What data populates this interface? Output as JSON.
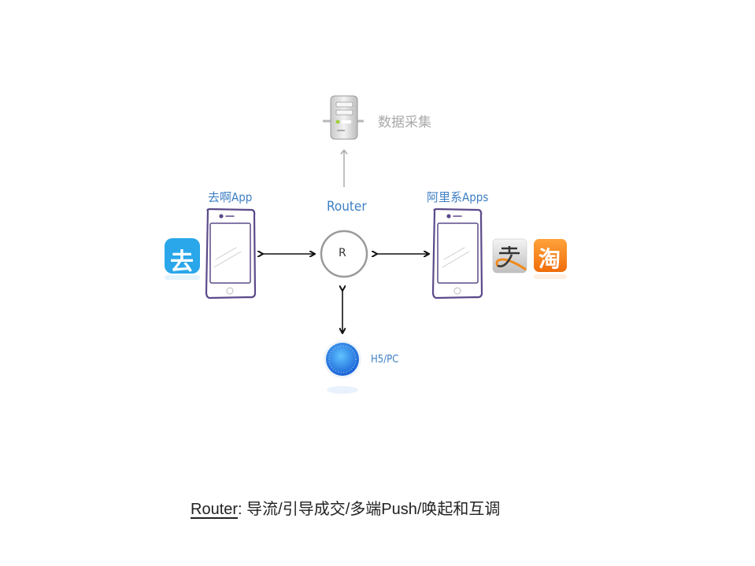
{
  "nodes": {
    "data_collection": {
      "label": "数据采集",
      "icon": "server-icon"
    },
    "router": {
      "title": "Router",
      "symbol": "R"
    },
    "qua_app": {
      "label": "去啊App",
      "app_icon_text": "去",
      "icon": "phone-icon"
    },
    "ali_apps": {
      "label": "阿里系Apps",
      "icon": "phone-icon",
      "app_icons": [
        {
          "name": "alipay-icon",
          "text": "支"
        },
        {
          "name": "taobao-icon",
          "text": "淘"
        }
      ]
    },
    "h5_pc": {
      "label": "H5/PC",
      "icon": "safari-compass-icon"
    }
  },
  "caption": {
    "key": "Router",
    "text": ": 导流/引导成交/多端Push/唤起和互调"
  },
  "colors": {
    "label": "#3d7fc4",
    "phone_outline": "#5b4a8a",
    "qua_icon": "#2aa7ea",
    "taobao_icon": "#f57d14",
    "router_ring": "#9a9a9a"
  }
}
